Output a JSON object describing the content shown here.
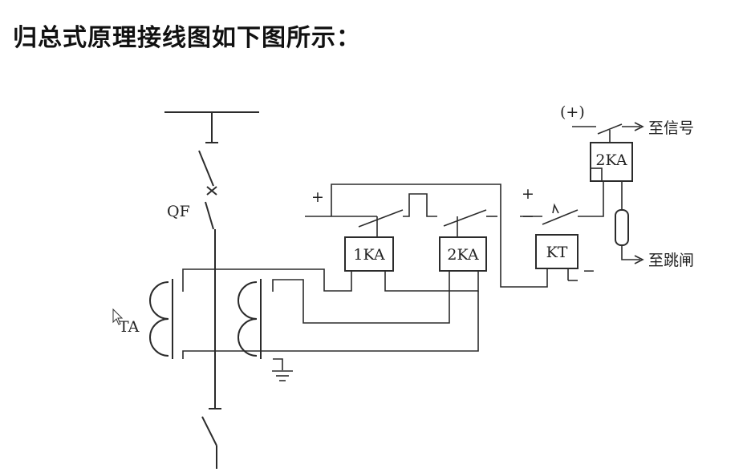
{
  "title": "归总式原理接线图如下图所示：",
  "labels": {
    "qf": "QF",
    "ta": "TA",
    "relay_1ka": "1KA",
    "relay_2ka": "2KA",
    "relay_kt": "KT",
    "relay_2ka_signal": "2KA",
    "plus_1": "+",
    "plus_2": "+",
    "plus_paren": "(+)",
    "minus_1": "−",
    "minus_kt": "−",
    "to_signal": "至信号",
    "to_trip": "至跳闸"
  }
}
